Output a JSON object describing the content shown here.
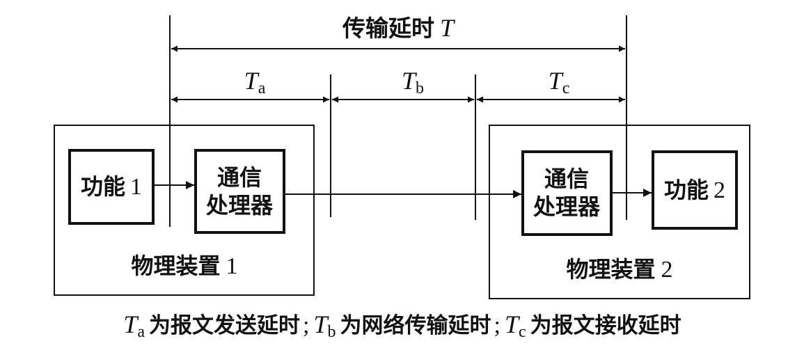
{
  "title": {
    "text": "传输延时",
    "symbol": "T"
  },
  "segments": [
    {
      "symbol": "T",
      "subscript": "a"
    },
    {
      "symbol": "T",
      "subscript": "b"
    },
    {
      "symbol": "T",
      "subscript": "c"
    }
  ],
  "device1": {
    "label": "物理装置",
    "number": "1",
    "function": {
      "label": "功能",
      "number": "1"
    },
    "processor": {
      "line1": "通信",
      "line2": "处理器"
    }
  },
  "device2": {
    "label": "物理装置",
    "number": "2",
    "function": {
      "label": "功能",
      "number": "2"
    },
    "processor": {
      "line1": "通信",
      "line2": "处理器"
    }
  },
  "caption": {
    "a": {
      "symbol": "T",
      "subscript": "a",
      "text": "为报文发送延时"
    },
    "b": {
      "symbol": "T",
      "subscript": "b",
      "text": "为网络传输延时"
    },
    "c": {
      "symbol": "T",
      "subscript": "c",
      "text": "为报文接收延时"
    },
    "separator": ";"
  }
}
